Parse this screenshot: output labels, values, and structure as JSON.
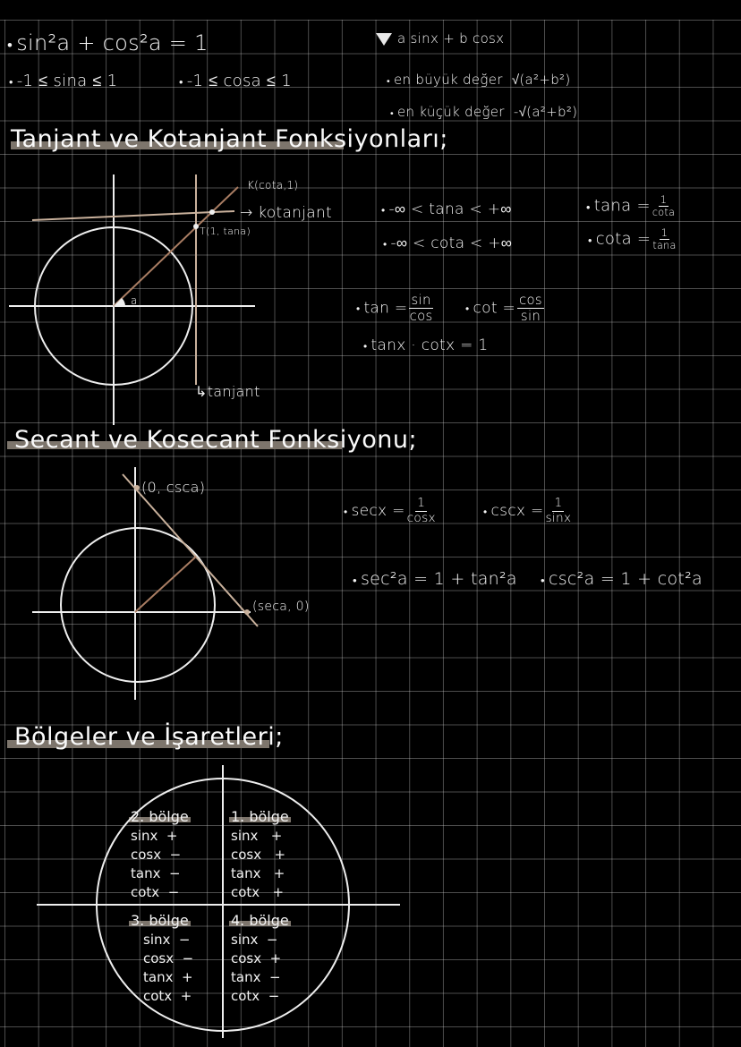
{
  "identities": {
    "pythagorean": "sin²a + cos²a = 1",
    "sin_range": "-1 ≤ sina ≤ 1",
    "cos_range": "-1 ≤ cosa ≤ 1"
  },
  "amplitude_note": {
    "expression": "a sinx + b cosx",
    "max_label": "en büyük değer",
    "max_value": "√(a²+b²)",
    "min_label": "en küçük değer",
    "min_value": "-√(a²+b²)"
  },
  "sections": {
    "tan_cot": "Tanjant ve Kotanjant Fonksiyonları;",
    "sec_csc": "Secant ve Kosecant Fonksiyonu;",
    "regions": "Bölgeler ve İşaretleri;"
  },
  "tan_cot_diagram": {
    "angle_label": "a",
    "point_k": "K(cota,1)",
    "kotanjant_label": "→ kotanjant",
    "point_t": "T(1, tana)",
    "tanjant_label": "↳tanjant"
  },
  "tan_cot_formulas": {
    "tan_range": "-∞ < tana < +∞",
    "cot_range": "-∞ < cota < +∞",
    "tan_recip_lhs": "tana =",
    "tan_recip_num": "1",
    "tan_recip_den": "cota",
    "cot_recip_lhs": "cota =",
    "cot_recip_num": "1",
    "cot_recip_den": "tana",
    "tan_def_lhs": "tan =",
    "tan_def_num": "sin",
    "tan_def_den": "cos",
    "cot_def_lhs": "cot =",
    "cot_def_num": "cos",
    "cot_def_den": "sin",
    "product": "tanx · cotx = 1"
  },
  "sec_csc_diagram": {
    "point_csc": "(0, csca)",
    "point_sec": "(seca, 0)"
  },
  "sec_csc_formulas": {
    "sec_lhs": "secx =",
    "sec_num": "1",
    "sec_den": "cosx",
    "csc_lhs": "cscx =",
    "csc_num": "1",
    "csc_den": "sinx",
    "sec_sq": "sec²a = 1 + tan²a",
    "csc_sq": "csc²a = 1 + cot²a"
  },
  "quadrants": [
    {
      "label": "1. bölge",
      "rows": [
        [
          "sinx",
          "+"
        ],
        [
          "cosx",
          "+"
        ],
        [
          "tanx",
          "+"
        ],
        [
          "cotx",
          "+"
        ]
      ]
    },
    {
      "label": "2. bölge",
      "rows": [
        [
          "sinx",
          "+"
        ],
        [
          "cosx",
          "−"
        ],
        [
          "tanx",
          "−"
        ],
        [
          "cotx",
          "−"
        ]
      ]
    },
    {
      "label": "3. bölge",
      "rows": [
        [
          "sinx",
          "−"
        ],
        [
          "cosx",
          "−"
        ],
        [
          "tanx",
          "+"
        ],
        [
          "cotx",
          "+"
        ]
      ]
    },
    {
      "label": "4. bölge",
      "rows": [
        [
          "sinx",
          "−"
        ],
        [
          "cosx",
          "+"
        ],
        [
          "tanx",
          "−"
        ],
        [
          "cotx",
          "−"
        ]
      ]
    }
  ],
  "colors": {
    "background": "#000000",
    "grid": "#9a9a9a",
    "ink": "#f4f4f4",
    "accent_line": "#b08a72",
    "highlight": "#7d756c"
  }
}
